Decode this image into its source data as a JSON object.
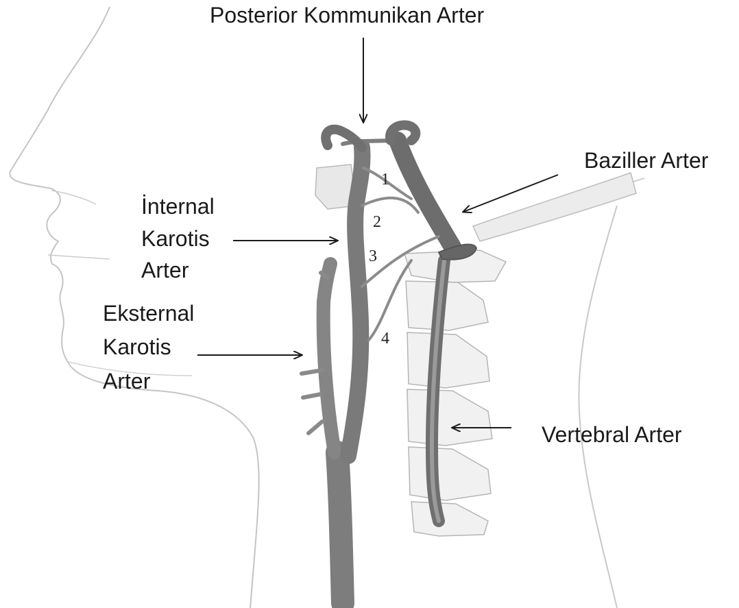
{
  "labels": {
    "posterior_communicating": "Posterior Kommunikan Arter",
    "basilar": "Baziller Arter",
    "internal_carotid": [
      "İnternal",
      "Karotis",
      "Arter"
    ],
    "external_carotid": [
      "Eksternal",
      "Karotis",
      "Arter"
    ],
    "vertebral": "Vertebral Arter"
  },
  "segment_numbers": [
    "1",
    "2",
    "3",
    "4"
  ],
  "colors": {
    "artery": "#7d7d7d",
    "artery_dark": "#5c5c5c",
    "bone": "#efefef",
    "outline": "#b5b5b5",
    "text": "#1a1a1a"
  }
}
